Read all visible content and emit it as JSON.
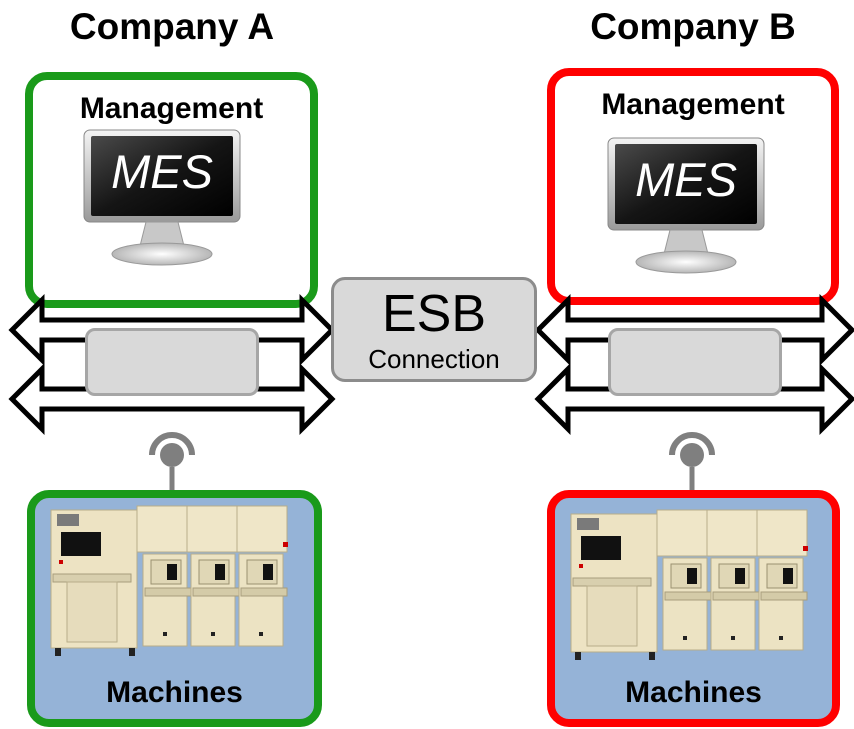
{
  "company_a": {
    "title": "Company A",
    "accent_color": "#1a9a1a",
    "management": {
      "label": "Management",
      "screen_text": "MES"
    },
    "machines": {
      "label": "Machines"
    }
  },
  "company_b": {
    "title": "Company B",
    "accent_color": "#ff0000",
    "management": {
      "label": "Management",
      "screen_text": "MES"
    },
    "machines": {
      "label": "Machines"
    }
  },
  "esb": {
    "title": "ESB",
    "subtitle": "Connection"
  },
  "icons": {
    "monitor": "mes-monitor-icon",
    "bus_arrow": "double-arrow-icon",
    "socket": "ball-socket-icon",
    "machines": "factory-machines-illustration"
  }
}
